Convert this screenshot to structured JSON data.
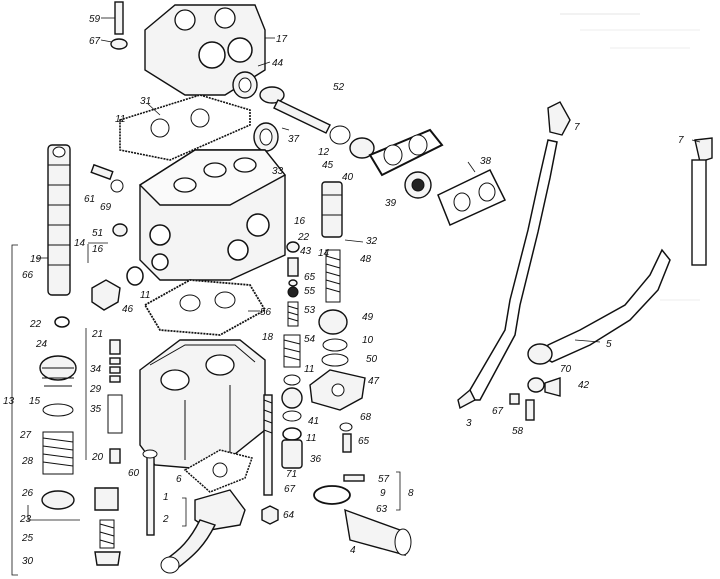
{
  "diagram": {
    "labels": [
      {
        "id": "59",
        "text": "59"
      },
      {
        "id": "67a",
        "text": "67"
      },
      {
        "id": "17",
        "text": "17"
      },
      {
        "id": "44",
        "text": "44"
      },
      {
        "id": "52",
        "text": "52"
      },
      {
        "id": "31",
        "text": "31"
      },
      {
        "id": "11a",
        "text": "11"
      },
      {
        "id": "37",
        "text": "37"
      },
      {
        "id": "12",
        "text": "12"
      },
      {
        "id": "45",
        "text": "45"
      },
      {
        "id": "40",
        "text": "40"
      },
      {
        "id": "33",
        "text": "33"
      },
      {
        "id": "38",
        "text": "38"
      },
      {
        "id": "39",
        "text": "39"
      },
      {
        "id": "7a",
        "text": "7"
      },
      {
        "id": "7b",
        "text": "7"
      },
      {
        "id": "61",
        "text": "61"
      },
      {
        "id": "69",
        "text": "69"
      },
      {
        "id": "16a",
        "text": "16"
      },
      {
        "id": "32",
        "text": "32"
      },
      {
        "id": "14a",
        "text": "14"
      },
      {
        "id": "51",
        "text": "51"
      },
      {
        "id": "16b",
        "text": "16"
      },
      {
        "id": "22a",
        "text": "22"
      },
      {
        "id": "43",
        "text": "43"
      },
      {
        "id": "14b",
        "text": "14"
      },
      {
        "id": "48",
        "text": "48"
      },
      {
        "id": "19",
        "text": "19"
      },
      {
        "id": "65a",
        "text": "65"
      },
      {
        "id": "66",
        "text": "66"
      },
      {
        "id": "55",
        "text": "55"
      },
      {
        "id": "11b",
        "text": "11"
      },
      {
        "id": "46",
        "text": "46"
      },
      {
        "id": "53",
        "text": "53"
      },
      {
        "id": "56",
        "text": "56"
      },
      {
        "id": "49",
        "text": "49"
      },
      {
        "id": "22b",
        "text": "22"
      },
      {
        "id": "21",
        "text": "21"
      },
      {
        "id": "18",
        "text": "18"
      },
      {
        "id": "54",
        "text": "54"
      },
      {
        "id": "10",
        "text": "10"
      },
      {
        "id": "5",
        "text": "5"
      },
      {
        "id": "24",
        "text": "24"
      },
      {
        "id": "34",
        "text": "34"
      },
      {
        "id": "50",
        "text": "50"
      },
      {
        "id": "70",
        "text": "70"
      },
      {
        "id": "29",
        "text": "29"
      },
      {
        "id": "11c",
        "text": "11"
      },
      {
        "id": "47",
        "text": "47"
      },
      {
        "id": "42",
        "text": "42"
      },
      {
        "id": "13",
        "text": "13"
      },
      {
        "id": "15",
        "text": "15"
      },
      {
        "id": "35",
        "text": "35"
      },
      {
        "id": "41",
        "text": "41"
      },
      {
        "id": "67b",
        "text": "67"
      },
      {
        "id": "3",
        "text": "3"
      },
      {
        "id": "27",
        "text": "27"
      },
      {
        "id": "68",
        "text": "68"
      },
      {
        "id": "58",
        "text": "58"
      },
      {
        "id": "11d",
        "text": "11"
      },
      {
        "id": "65b",
        "text": "65"
      },
      {
        "id": "28",
        "text": "28"
      },
      {
        "id": "20",
        "text": "20"
      },
      {
        "id": "36",
        "text": "36"
      },
      {
        "id": "60",
        "text": "60"
      },
      {
        "id": "71",
        "text": "71"
      },
      {
        "id": "6",
        "text": "6"
      },
      {
        "id": "57",
        "text": "57"
      },
      {
        "id": "26",
        "text": "26"
      },
      {
        "id": "67c",
        "text": "67"
      },
      {
        "id": "9",
        "text": "9"
      },
      {
        "id": "8",
        "text": "8"
      },
      {
        "id": "1",
        "text": "1"
      },
      {
        "id": "23",
        "text": "23"
      },
      {
        "id": "2",
        "text": "2"
      },
      {
        "id": "64",
        "text": "64"
      },
      {
        "id": "63",
        "text": "63"
      },
      {
        "id": "25",
        "text": "25"
      },
      {
        "id": "4",
        "text": "4"
      },
      {
        "id": "30",
        "text": "30"
      }
    ]
  }
}
